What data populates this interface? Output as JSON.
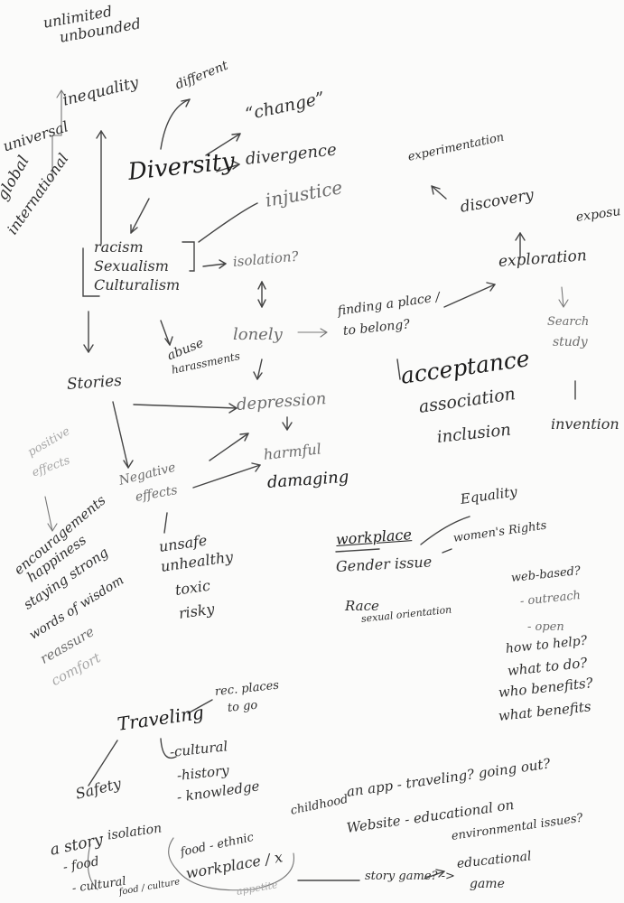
{
  "left_branch": {
    "unlimited": "unlimited",
    "unbounded": "unbounded",
    "inequality": "inequality",
    "universal": "universal",
    "global": "global",
    "international": "international",
    "different": "different"
  },
  "diversity": {
    "center": "Diversity",
    "change": "“change”",
    "divergence": "divergence",
    "injustice": "injustice"
  },
  "isms": {
    "racism": "racism",
    "sexualism": "Sexualism",
    "culturalism": "Culturalism",
    "isolation": "isolation?",
    "lonely": "lonely",
    "finding_place_1": "finding a place /",
    "finding_place_2": "to belong?",
    "abuse": "abuse",
    "harassments": "harassments"
  },
  "explore": {
    "experimentation": "experimentation",
    "discovery": "discovery",
    "exposure": "exposu",
    "exploration": "exploration",
    "search": "Search",
    "study": "study",
    "invention": "invention"
  },
  "acceptance": {
    "acceptance": "acceptance",
    "association": "association",
    "inclusion": "inclusion"
  },
  "stories": {
    "stories": "Stories",
    "depression": "depression",
    "harmful": "harmful",
    "damaging": "damaging",
    "positive_1": "positive",
    "positive_2": "effects",
    "negative_1": "Negative",
    "negative_2": "effects"
  },
  "positive_list": [
    "encouragements",
    "happiness",
    "staying strong",
    "words of wisdom",
    "reassure",
    "comfort"
  ],
  "negative_list": [
    "unsafe",
    "unhealthy",
    "toxic",
    "risky"
  ],
  "workplace": {
    "workplace": "workplace",
    "equality": "Equality",
    "gender": "Gender issue",
    "womens_rights": "women's Rights",
    "race": "Race",
    "sexual_orientation": "sexual orientation"
  },
  "web_based": [
    "web-based?",
    "- outreach",
    "- open",
    "how to help?",
    "what to do?",
    "who benefits?",
    "what benefits"
  ],
  "traveling": {
    "traveling": "Traveling",
    "rec_places_1": "rec. places",
    "rec_places_2": "to go",
    "cultural": "-cultural",
    "history": "-history",
    "knowledge": "- knowledge",
    "safety": "Safety",
    "story": "a story",
    "food": "- food",
    "isolation": "- isolation",
    "cultural2": "- cultural",
    "food_cultural": "food / culture"
  },
  "ideas": {
    "childhood": "childhood",
    "app": "an app - traveling? going out?",
    "website_1": "Website - educational on",
    "website_2": "environmental issues?",
    "food_ethnic": "food - ethnic",
    "workplace_x": "workplace / x",
    "appetite": "appetite",
    "story_game": "story game? ->",
    "educational": "educational",
    "game": "game"
  }
}
